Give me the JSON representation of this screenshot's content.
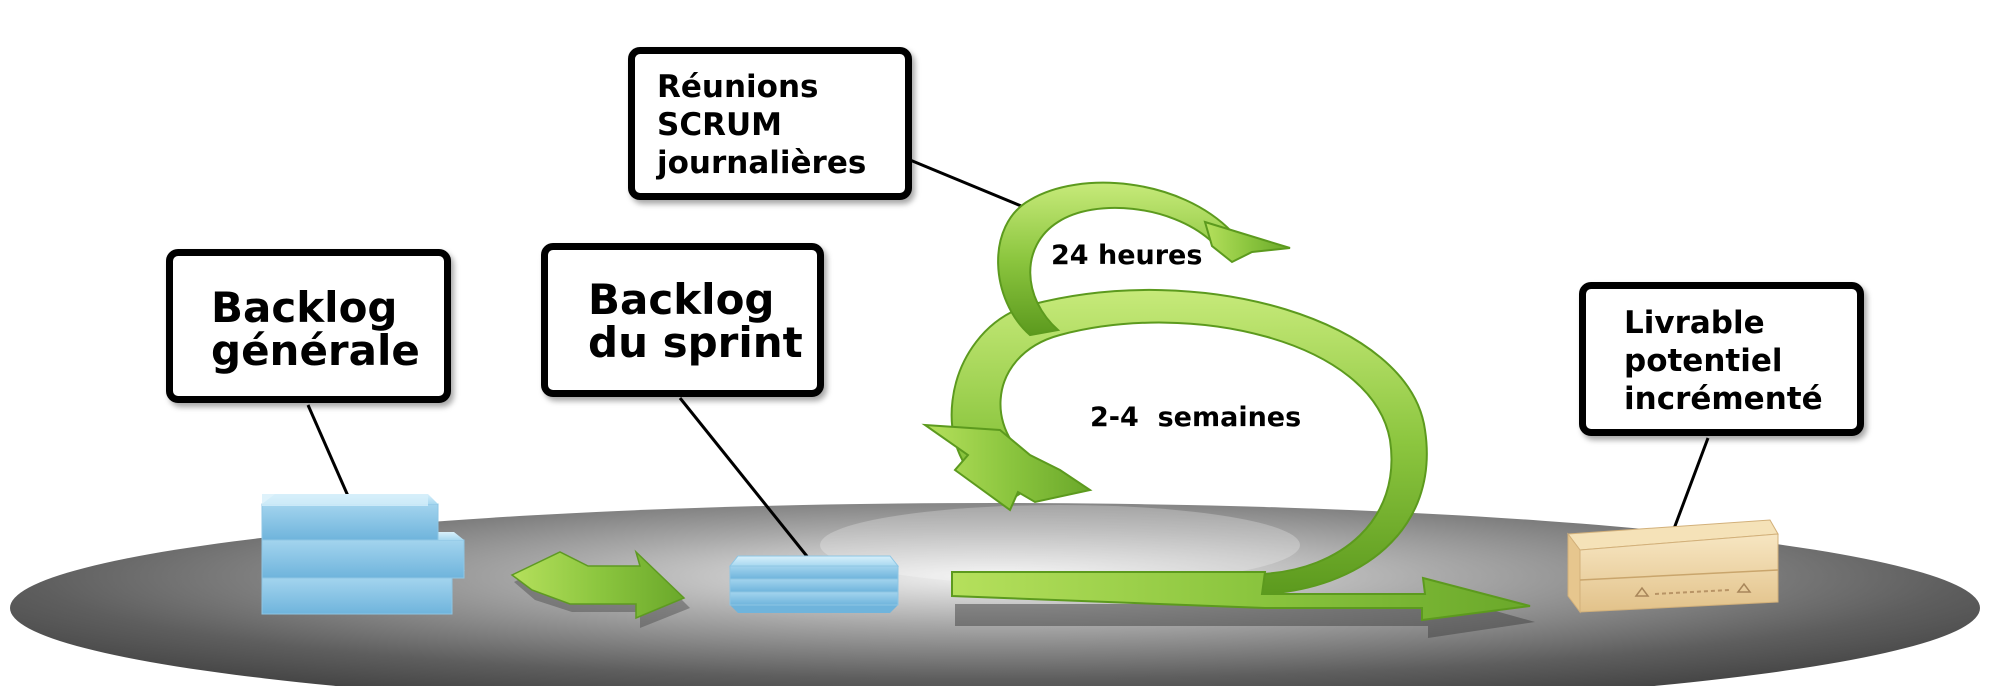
{
  "labels": {
    "product_backlog": [
      "Backlog",
      "générale"
    ],
    "sprint_backlog": [
      "Backlog",
      "du sprint"
    ],
    "daily_scrum": [
      "Réunions",
      "SCRUM",
      "journalières"
    ],
    "increment": [
      "Livrable",
      "potentiel",
      "incrémenté"
    ]
  },
  "cycles": {
    "daily": "24 heures",
    "sprint": "2-4  semaines"
  },
  "colors": {
    "arrow_green": "#8cc63f",
    "backlog_blue": "#9fd3ee",
    "box_tan": "#f0d8a8",
    "platform_gray": "#6b6b6b"
  }
}
